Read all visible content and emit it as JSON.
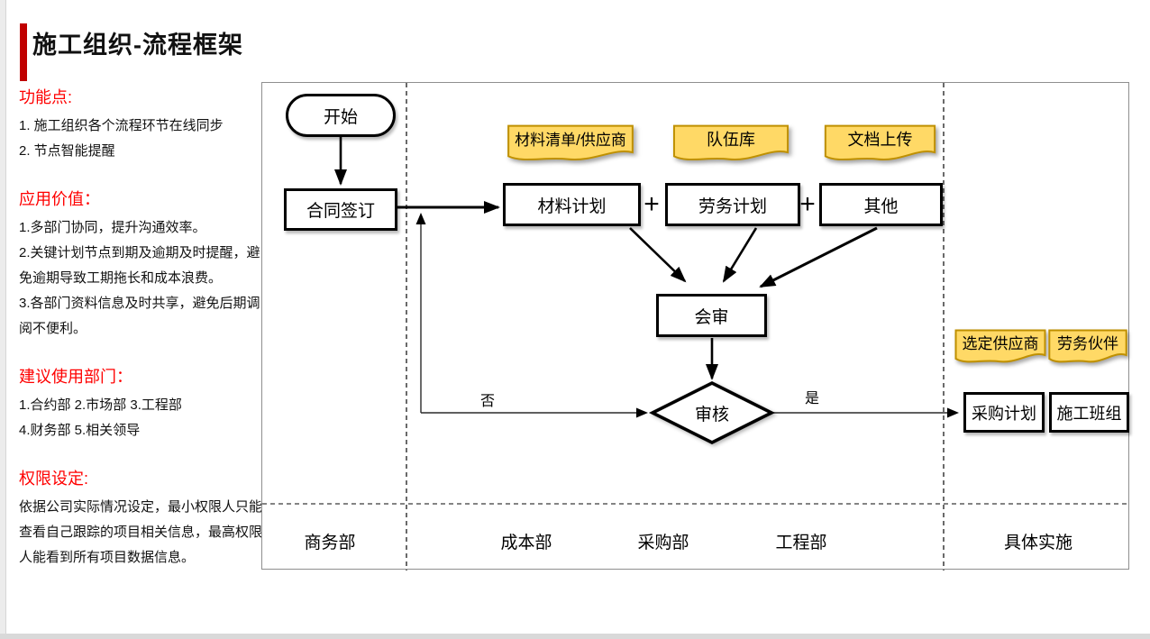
{
  "slide": {
    "title": "施工组织-流程框架"
  },
  "sidebar": {
    "sections": [
      {
        "heading": "功能点:",
        "lines": [
          "1. 施工组织各个流程环节在线同步",
          "2. 节点智能提醒"
        ]
      },
      {
        "heading": "应用价值：",
        "lines": [
          "1.多部门协同，提升沟通效率。",
          "2.关键计划节点到期及逾期及时提醒，避免逾期导致工期拖长和成本浪费。",
          "3.各部门资料信息及时共享，避免后期调阅不便利。"
        ]
      },
      {
        "heading": "建议使用部门：",
        "lines": [
          "1.合约部 2.市场部 3.工程部",
          "4.财务部 5.相关领导"
        ]
      },
      {
        "heading": "权限设定:",
        "lines": [
          "依据公司实际情况设定，最小权限人只能查看自己跟踪的项目相关信息，最高权限人能看到所有项目数据信息。"
        ]
      }
    ]
  },
  "flowchart": {
    "nodes": {
      "start": "开始",
      "contract": "合同签订",
      "material_plan": "材料计划",
      "labor_plan": "劳务计划",
      "other": "其他",
      "joint_review": "会审",
      "audit": "审核",
      "purchase_plan": "采购计划",
      "construction_team": "施工班组"
    },
    "notes": {
      "material_list": "材料清单/供应商",
      "team_library": "队伍库",
      "doc_upload": "文档上传",
      "selected_supplier": "选定供应商",
      "labor_partner": "劳务伙伴"
    },
    "labels": {
      "no": "否",
      "yes": "是",
      "plus": "+"
    },
    "lanes": [
      "商务部",
      "成本部",
      "采购部",
      "工程部",
      "具体实施"
    ]
  },
  "colors": {
    "accent_bar": "#C00000",
    "heading_red": "#FF0000",
    "note_fill": "#FFD966",
    "note_border": "#BF9000",
    "line_black": "#000000"
  }
}
